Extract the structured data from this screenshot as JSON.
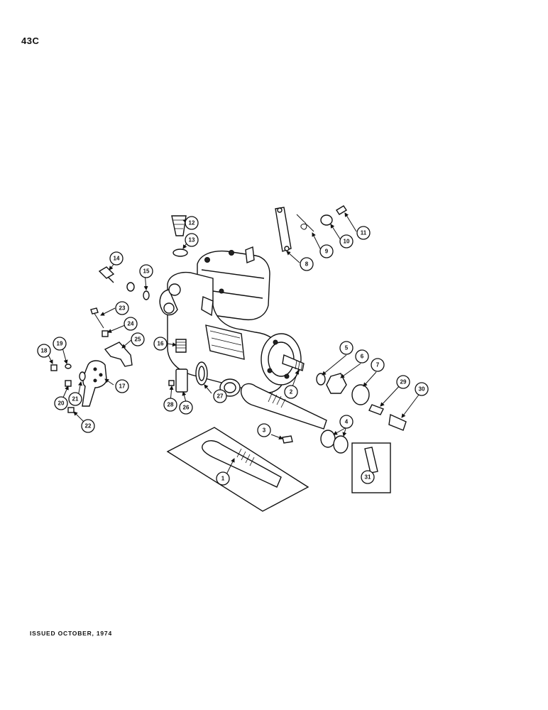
{
  "header": {
    "page_code": "43C"
  },
  "footer": {
    "issued": "ISSUED OCTOBER, 1974"
  },
  "callouts": [
    "1",
    "2",
    "3",
    "4",
    "5",
    "6",
    "7",
    "8",
    "9",
    "10",
    "11",
    "12",
    "13",
    "14",
    "15",
    "16",
    "17",
    "18",
    "19",
    "20",
    "21",
    "22",
    "23",
    "24",
    "25",
    "26",
    "27",
    "28",
    "29",
    "30",
    "31"
  ]
}
